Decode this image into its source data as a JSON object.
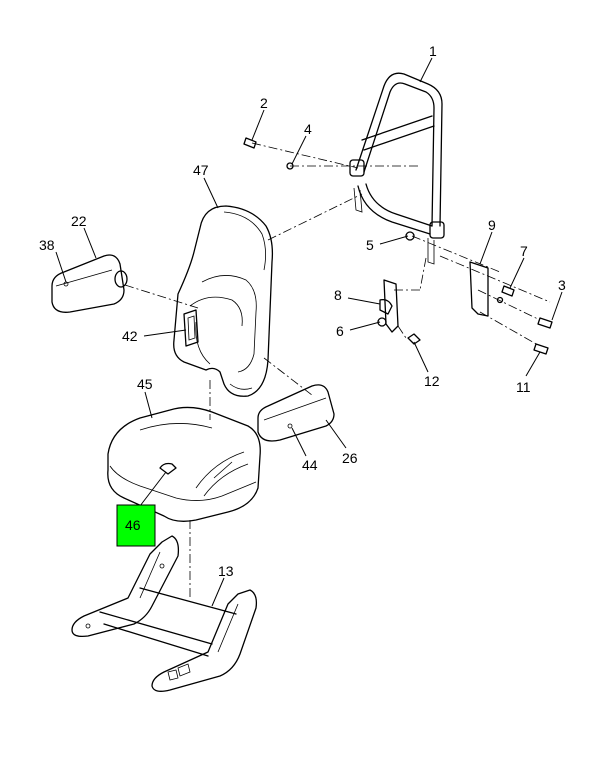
{
  "diagram": {
    "callouts": [
      {
        "id": "c1",
        "label": "1"
      },
      {
        "id": "c2",
        "label": "2"
      },
      {
        "id": "c3",
        "label": "3"
      },
      {
        "id": "c4",
        "label": "4"
      },
      {
        "id": "c5",
        "label": "5"
      },
      {
        "id": "c6",
        "label": "6"
      },
      {
        "id": "c7",
        "label": "7"
      },
      {
        "id": "c8",
        "label": "8"
      },
      {
        "id": "c9",
        "label": "9"
      },
      {
        "id": "c11",
        "label": "11"
      },
      {
        "id": "c12",
        "label": "12"
      },
      {
        "id": "c13",
        "label": "13"
      },
      {
        "id": "c22",
        "label": "22"
      },
      {
        "id": "c26",
        "label": "26"
      },
      {
        "id": "c38",
        "label": "38"
      },
      {
        "id": "c42",
        "label": "42"
      },
      {
        "id": "c44",
        "label": "44"
      },
      {
        "id": "c45",
        "label": "45"
      },
      {
        "id": "c46",
        "label": "46"
      },
      {
        "id": "c47",
        "label": "47"
      }
    ],
    "highlight": {
      "label": "46",
      "color": "#00ff00"
    }
  }
}
